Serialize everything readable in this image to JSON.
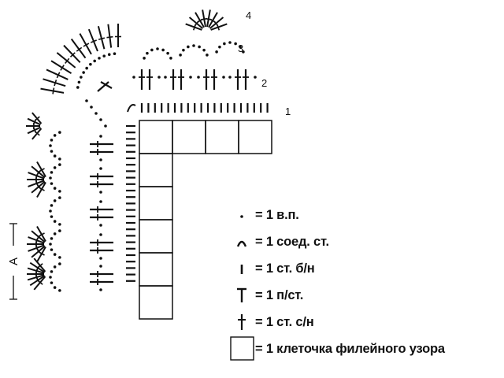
{
  "rows": [
    {
      "id": "1",
      "label": "1"
    },
    {
      "id": "2",
      "label": "2"
    },
    {
      "id": "3",
      "label": "3"
    },
    {
      "id": "4",
      "label": "4"
    }
  ],
  "repeat_label": "A",
  "legend": [
    {
      "symbol": "dot-symbol",
      "text": "= 1 в.п."
    },
    {
      "symbol": "arc-symbol",
      "text": "= 1 соед. ст."
    },
    {
      "symbol": "short-bar-symbol",
      "text": "= 1 ст. б/н"
    },
    {
      "symbol": "half-double-symbol",
      "text": "= 1 п/ст."
    },
    {
      "symbol": "double-crochet-symbol",
      "text": "= 1 ст. с/н"
    },
    {
      "symbol": "filet-square-symbol",
      "text": "= 1 клеточка филейного узора"
    }
  ]
}
